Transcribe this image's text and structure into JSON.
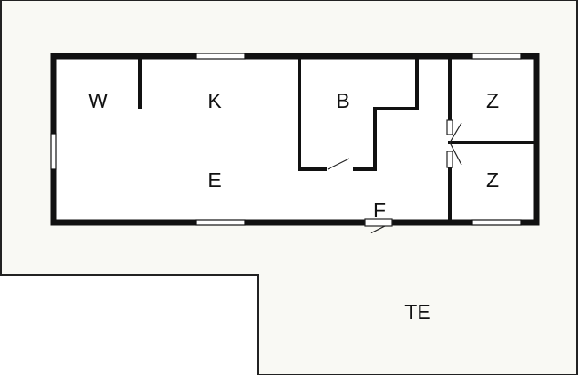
{
  "colors": {
    "wall": "#111111",
    "outline": "#222222",
    "terrace_fill": "#f9f9f4",
    "outside": "#ffffff"
  },
  "rooms": {
    "w": "W",
    "k": "K",
    "b": "B",
    "z1": "Z",
    "z2": "Z",
    "e": "E",
    "f": "F",
    "te": "TE"
  }
}
